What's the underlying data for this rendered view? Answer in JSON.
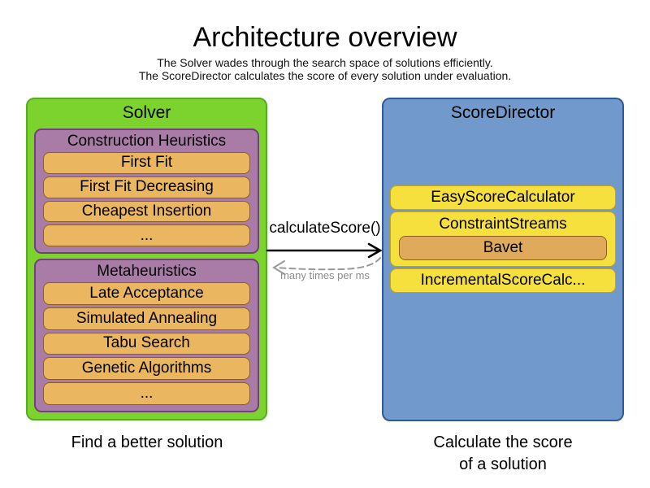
{
  "title": "Architecture overview",
  "subtitle_line1": "The Solver wades through the search space of solutions efficiently.",
  "subtitle_line2": "The ScoreDirector calculates the score of every solution under evaluation.",
  "solver": {
    "title": "Solver",
    "caption": "Find a better solution",
    "construction_heuristics": {
      "title": "Construction Heuristics",
      "items": [
        "First Fit",
        "First Fit Decreasing",
        "Cheapest Insertion",
        "..."
      ]
    },
    "metaheuristics": {
      "title": "Metaheuristics",
      "items": [
        "Late Acceptance",
        "Simulated Annealing",
        "Tabu Search",
        "Genetic Algorithms",
        "..."
      ]
    }
  },
  "score_director": {
    "title": "ScoreDirector",
    "caption_line1": "Calculate the score",
    "caption_line2": "of a solution",
    "calculators": {
      "easy": "EasyScoreCalculator",
      "constraint_streams": "ConstraintStreams",
      "bavet": "Bavet",
      "incremental": "IncrementalScoreCalc..."
    }
  },
  "interaction": {
    "call_label": "calculateScore()",
    "frequency_label": "many times per ms"
  },
  "colors": {
    "solver_fill": "#7cd32e",
    "solver_border": "#55ad26",
    "heuristic_group_fill": "#a87ca6",
    "heuristic_group_border": "#6f4374",
    "heuristic_item_fill": "#eab65f",
    "heuristic_item_border": "#8f5e1e",
    "director_fill": "#7199cb",
    "director_border": "#2d5b9a",
    "calculator_fill": "#f6e03e",
    "calculator_border": "#c8a60b",
    "bavet_fill": "#dfaa5c",
    "solid_arrow": "#000000",
    "dashed_arrow": "#999999",
    "frequency_text": "#8c8c8c"
  }
}
